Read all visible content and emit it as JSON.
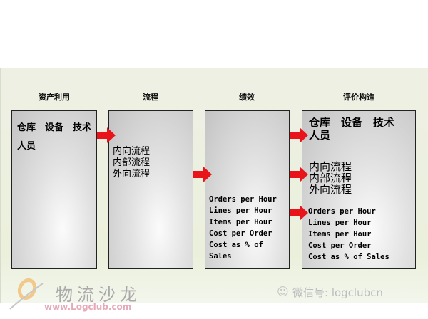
{
  "headers": [
    "资产利用",
    "流程",
    "绩效",
    "评价构造"
  ],
  "box1": {
    "line1": "仓库　设备　技术",
    "line2": "人员"
  },
  "box2": {
    "lines": [
      "内向流程",
      "内部流程",
      "外向流程"
    ]
  },
  "box3": {
    "lines": [
      "Orders per Hour",
      "Lines per Hour",
      "Items per Hour",
      "Cost per Order",
      "Cost as % of",
      "Sales"
    ]
  },
  "box4": {
    "top": [
      "仓库　设备　技术",
      "人员"
    ],
    "mid": [
      "内向流程",
      "内部流程",
      "外向流程"
    ],
    "bottom": [
      "Orders per Hour",
      "Lines per Hour",
      "Items per Hour",
      "Cost per Order",
      "Cost as % of Sales"
    ]
  },
  "watermark": {
    "logo_text": "物流沙龙",
    "url": "www.Logclub.com",
    "wechat": "微信号: logclubcn"
  },
  "colors": {
    "arrow": "#e8141a",
    "background": "#eef0e4"
  }
}
